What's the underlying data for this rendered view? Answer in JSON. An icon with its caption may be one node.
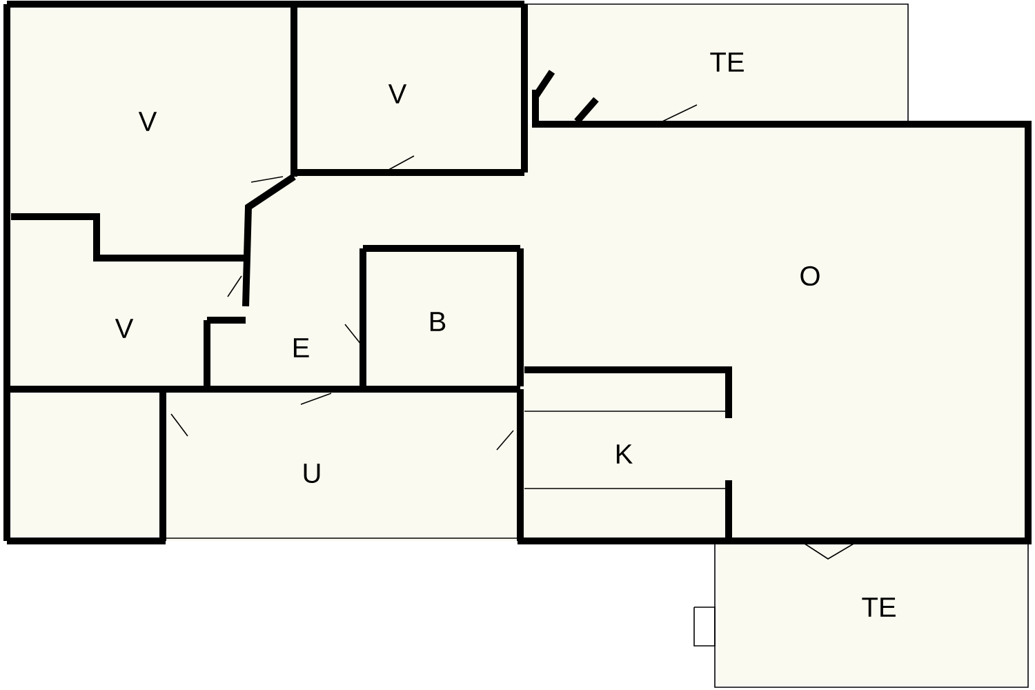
{
  "diagram": {
    "nodes": [
      {
        "text": [
          "V"
        ]
      },
      {
        "text": [
          "V"
        ]
      },
      {
        "text": [
          "TE"
        ]
      },
      {
        "text": [
          "V"
        ]
      },
      {
        "text": [
          "E"
        ]
      },
      {
        "text": [
          "B"
        ]
      },
      {
        "text": [
          "O"
        ]
      },
      {
        "text": [],
        "shape": "box"
      },
      {
        "text": [
          "U"
        ]
      },
      {
        "text": [
          "K"
        ]
      },
      {
        "text": [
          "TE"
        ]
      }
    ]
  }
}
